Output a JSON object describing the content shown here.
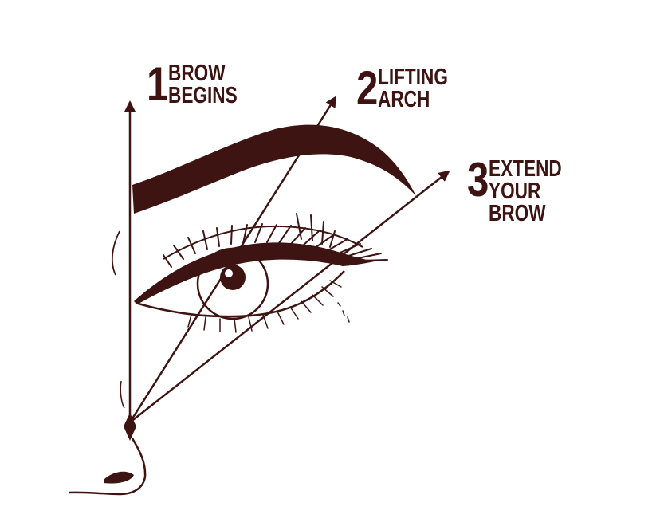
{
  "colors": {
    "ink": "#3d1412",
    "background": "#ffffff"
  },
  "steps": [
    {
      "number": "1",
      "line1": "BROW",
      "line2": "BEGINS"
    },
    {
      "number": "2",
      "line1": "LIFTING",
      "line2": "ARCH"
    },
    {
      "number": "3",
      "line1": "EXTEND",
      "line2": "YOUR",
      "line3": "BROW"
    }
  ]
}
